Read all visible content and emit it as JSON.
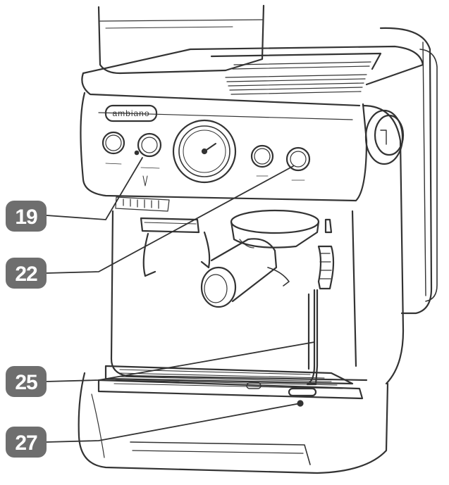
{
  "brand": "ambiano",
  "colors": {
    "badge_fill": "#6e6e6e",
    "line": "#333333",
    "badge_text": "#ffffff"
  },
  "callouts": [
    {
      "number": "19",
      "target": "grind-size-knob"
    },
    {
      "number": "22",
      "target": "steam-knob"
    },
    {
      "number": "25",
      "target": "steam-wand"
    },
    {
      "number": "27",
      "target": "drip-tray-indicator"
    }
  ]
}
